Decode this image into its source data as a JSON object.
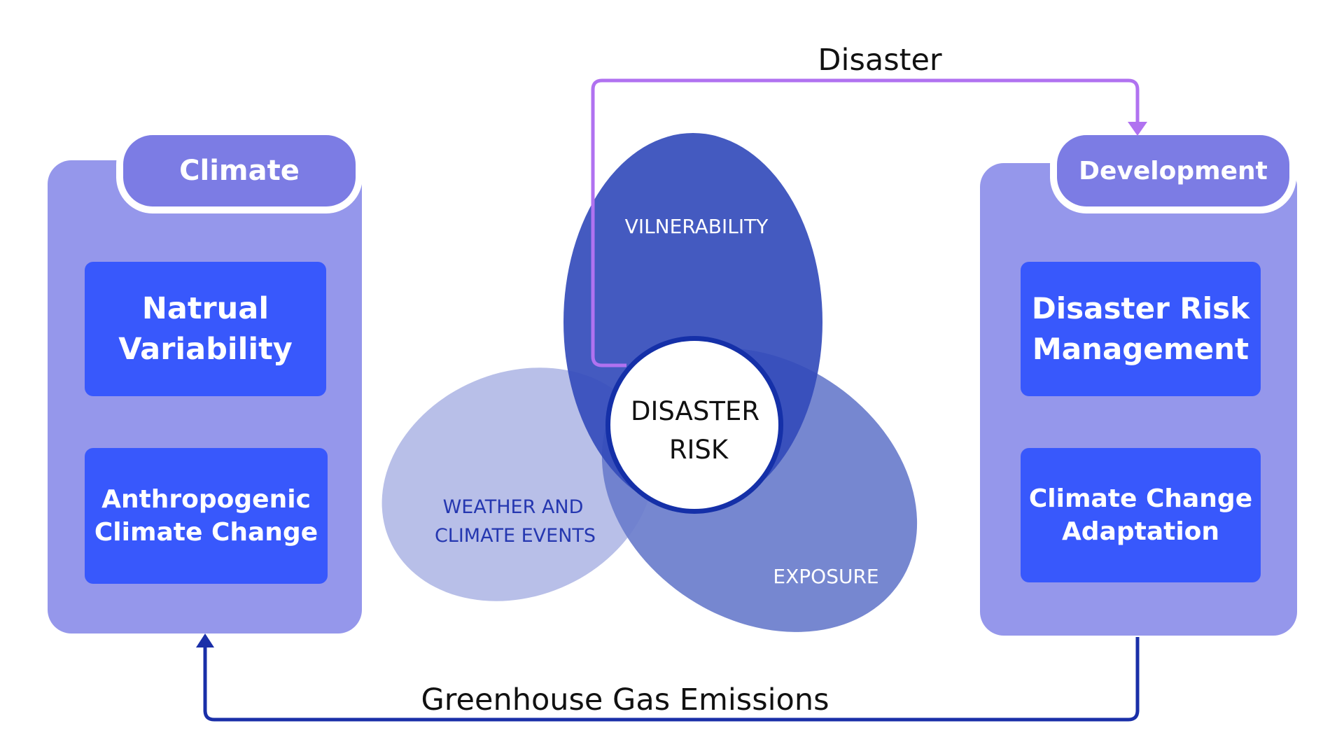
{
  "climate_panel": {
    "title": "Climate",
    "boxes": [
      "Natrual\nVariability",
      "Anthropogenic\nClimate Change"
    ]
  },
  "development_panel": {
    "title": "Development",
    "boxes": [
      "Disaster Risk\nManagement",
      "Climate Change\nAdaptation"
    ]
  },
  "venn": {
    "vulnerability": "VILNERABILITY",
    "weather_line1": "WEATHER AND",
    "weather_line2": "CLIMATE EVENTS",
    "exposure": "EXPOSURE",
    "center_line1": "DISASTER",
    "center_line2": "RISK"
  },
  "arrows": {
    "top_label": "Disaster",
    "bottom_label": "Greenhouse Gas Emissions"
  },
  "colors": {
    "panel": "#9597eb",
    "tab": "#7c7ce4",
    "box": "#3858fc",
    "vulnerability": "#344cbb",
    "weather": "#b8bfe8",
    "exposure": "#6a7dcc",
    "disaster_arrow": "#b072f0",
    "emissions_arrow": "#1a2fa8"
  }
}
